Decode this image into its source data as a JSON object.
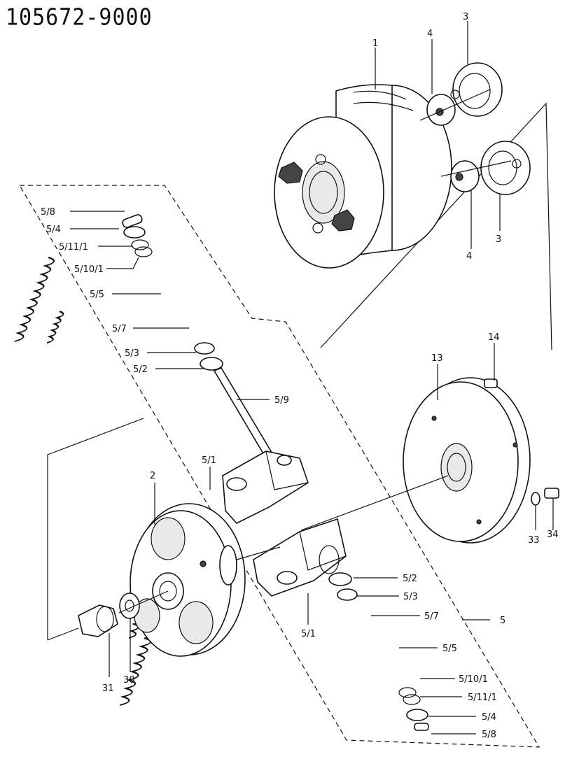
{
  "drawing_number": "105672-9000",
  "callouts": {
    "c1": "1",
    "c3a": "3",
    "c4a": "4",
    "c3b": "3",
    "c4b": "4",
    "c13": "13",
    "c14": "14",
    "c33": "33",
    "c34": "34",
    "c2": "2",
    "c31": "31",
    "c30": "30",
    "c5": "5",
    "up_5_8": "5/8",
    "up_5_4": "5/4",
    "up_5_11_1": "5/11/1",
    "up_5_10_1": "5/10/1",
    "up_5_5": "5/5",
    "up_5_7": "5/7",
    "up_5_3": "5/3",
    "up_5_2": "5/2",
    "up_5_9": "5/9",
    "up_5_1": "5/1",
    "lo_5_1": "5/1",
    "lo_5_2": "5/2",
    "lo_5_3": "5/3",
    "lo_5_7": "5/7",
    "lo_5_5": "5/5",
    "lo_5_10_1": "5/10/1",
    "lo_5_11_1": "5/11/1",
    "lo_5_4": "5/4",
    "lo_5_8": "5/8"
  }
}
